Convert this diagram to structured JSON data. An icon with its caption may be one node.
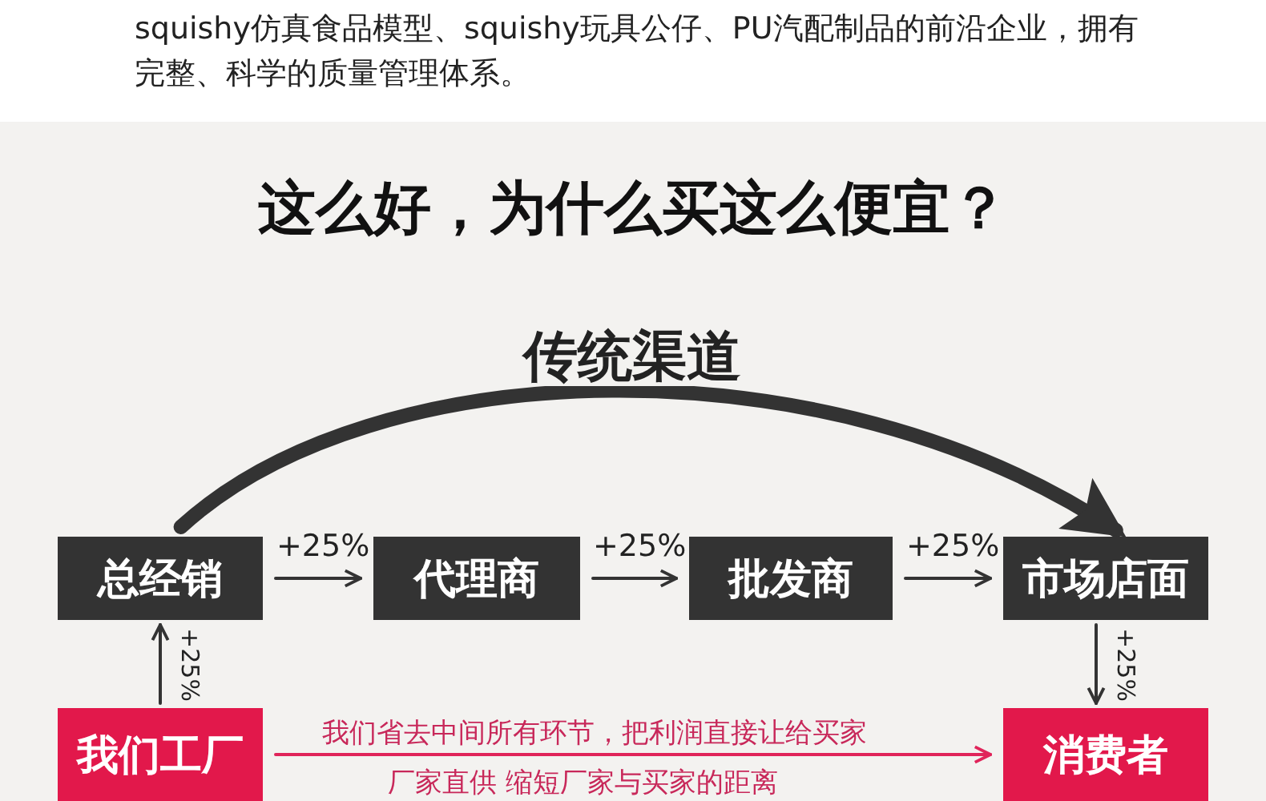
{
  "diagram": {
    "title": "这么好，为什么买这么便宜？",
    "nodes": [
      {
        "text": [
          "总经销"
        ]
      },
      {
        "text": [
          "代理商"
        ]
      },
      {
        "text": [
          "批发商"
        ]
      },
      {
        "text": [
          "市场店面"
        ]
      },
      {
        "text": [
          "我们工厂"
        ]
      },
      {
        "text": [
          "消费者"
        ]
      }
    ],
    "edges": [
      {
        "from": 0,
        "to": 1,
        "arrow": "to",
        "label": "+25%"
      },
      {
        "from": 1,
        "to": 2,
        "arrow": "to",
        "label": "+25%"
      },
      {
        "from": 2,
        "to": 3,
        "arrow": "to",
        "label": "+25%"
      },
      {
        "from": 4,
        "to": 0,
        "arrow": "to",
        "label": "+25%"
      },
      {
        "from": 3,
        "to": 5,
        "arrow": "to",
        "label": "+25%"
      },
      {
        "from": 4,
        "to": 5,
        "arrow": "to",
        "label": "我们省去中间所有环节，把利润直接让给买家",
        "color": "#e0245a"
      },
      {
        "from": 0,
        "to": 3,
        "arrow": "to",
        "label": "传统渠道",
        "style": "thick"
      }
    ],
    "labels": [
      "squishy仿真食品模型、squishy玩具公仔、PU汽配制品的前沿企业，拥有完整、科学的质量管理体系。",
      "厂家直供 缩短厂家与买家的距离"
    ]
  }
}
